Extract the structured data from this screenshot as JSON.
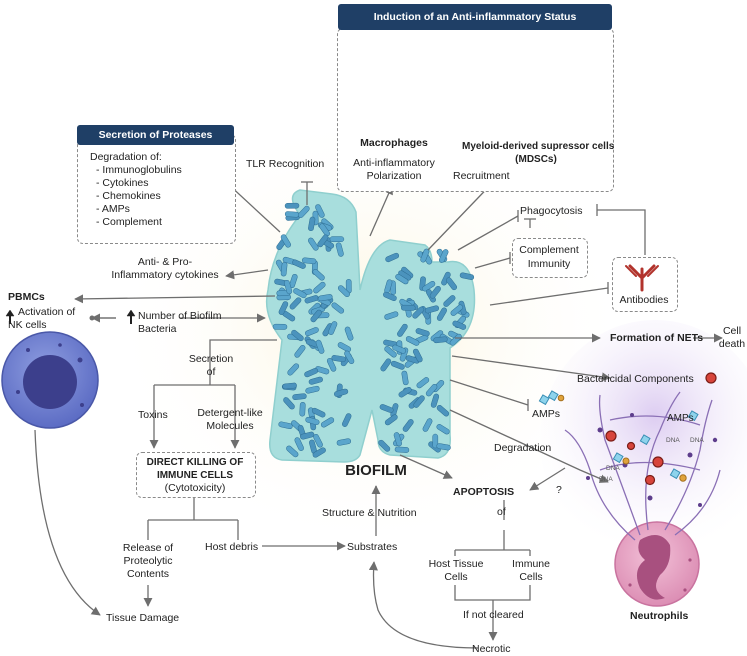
{
  "anti_inflammatory": {
    "header": "Induction of an Anti-inflammatory Status",
    "macrophages": "Macrophages",
    "macro_desc_1": "Anti-inflammatory",
    "macro_desc_2": "Polarization",
    "mdsc_1": "Myeloid-derived supressor cells",
    "mdsc_2": "(MDSCs)",
    "recruitment": "Recruitment"
  },
  "proteases": {
    "header": "Secretion of Proteases",
    "intro": "Degradation of:",
    "items": [
      "- Immunoglobulins",
      "- Cytokines",
      "- Chemokines",
      "- AMPs",
      "- Complement"
    ]
  },
  "tlr": "TLR Recognition",
  "cytokines_1": "Anti- & Pro-",
  "cytokines_2": "Inflammatory cytokines",
  "pbmcs": {
    "title": "PBMCs",
    "activation_1": "Activation of",
    "activation_2": "NK cells"
  },
  "number_biofilm_1": "Number of Biofilm",
  "number_biofilm_2": "Bacteria",
  "secretion_1": "Secretion",
  "secretion_2": "of",
  "toxins": "Toxins",
  "detergent_1": "Detergent-like",
  "detergent_2": "Molecules",
  "direct_killing": {
    "line1": "DIRECT KILLING OF",
    "line2": "IMMUNE CELLS",
    "line3": "(Cytotoxicity)"
  },
  "release_1": "Release of",
  "release_2": "Proteolytic",
  "release_3": "Contents",
  "host_debris": "Host debris",
  "tissue_damage": "Tissue Damage",
  "substrates": "Substrates",
  "structure_nutrition": "Structure & Nutrition",
  "biofilm": "BIOFILM",
  "phagocytosis": "Phagocytosis",
  "complement_1": "Complement",
  "complement_2": "Immunity",
  "antibodies": "Antibodies",
  "formation_nets": "Formation of NETs",
  "cell_death_1": "Cell",
  "cell_death_2": "death",
  "bactericidal": "Bactericidal Components",
  "amps": "AMPs",
  "degradation": "Degradation",
  "apoptosis": "APOPTOSIS",
  "question": "?",
  "of": "of",
  "host_tissue_1": "Host Tissue",
  "host_tissue_2": "Cells",
  "immune_cells_1": "Immune",
  "immune_cells_2": "Cells",
  "if_not_cleared": "If not cleared",
  "necrotic": "Necrotic",
  "neutrophils": "Neutrophils",
  "dna": "DNA",
  "colors": {
    "header_navy": "#1f3f66",
    "biofilm_teal": "#a8dedd",
    "bacteria_blue": "#4b93bd",
    "macrophage_purple": "#a78fd6",
    "mdsc_dark": "#3e3863",
    "pbmc_blue": "#6f7fd0",
    "neutrophil_pink": "#e9a6c6",
    "antibody_red": "#b2332c"
  }
}
